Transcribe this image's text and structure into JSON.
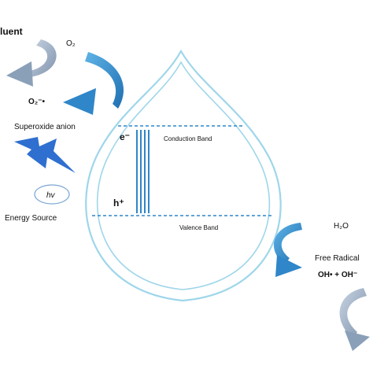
{
  "labels": {
    "effluent": "luent",
    "o2": "O₂",
    "superoxide_radical": "O₂⁻•",
    "superoxide_anion": "Superoxide anion",
    "hv": "hv",
    "energy_source": "Energy Source",
    "electron": "e⁻",
    "hole": "h⁺",
    "conduction_band": "Conduction Band",
    "valence_band": "Valence Band",
    "h2o": "H₂O",
    "free_radicals": "Free Radical",
    "hydroxyl": "OH• + OH⁻"
  },
  "colors": {
    "blue_arrow": "#2f86c8",
    "drop_outline": "#9fd6ea",
    "band_line": "#2f86c8",
    "grey_arrow": "#8aa0b8",
    "lightning": "#2f6fd0"
  }
}
